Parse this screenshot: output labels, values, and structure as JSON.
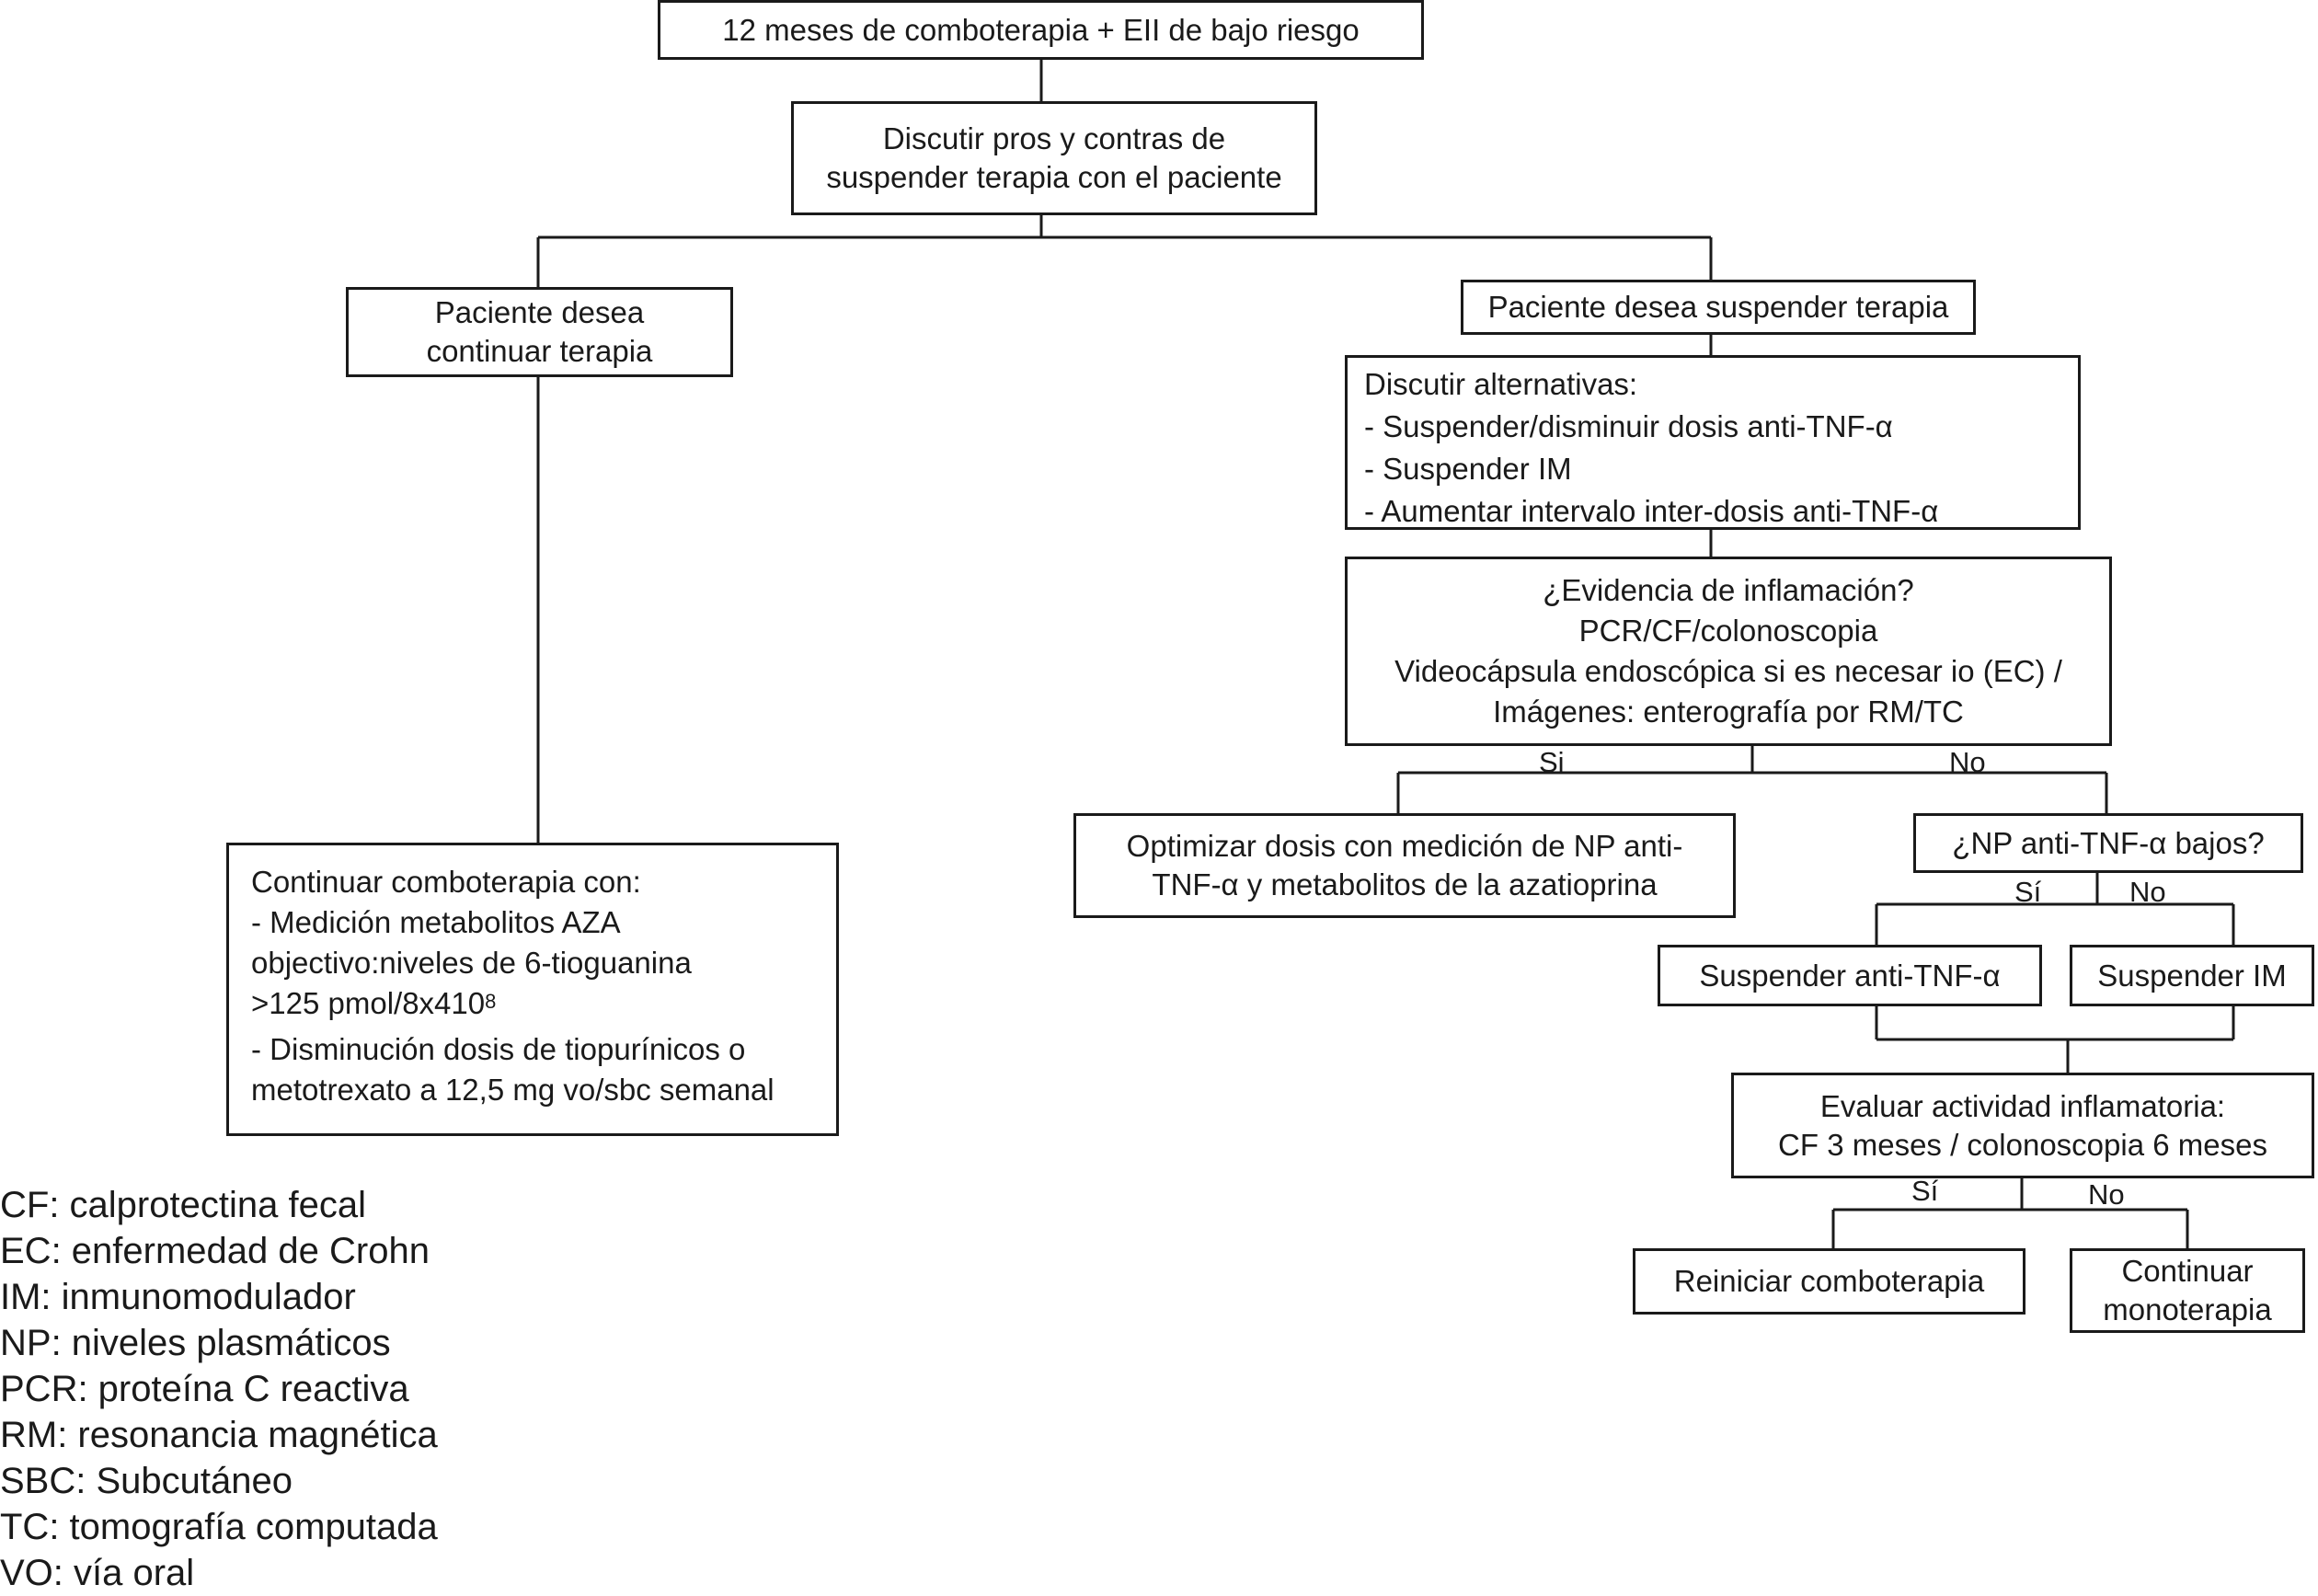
{
  "nodes": {
    "start": {
      "lines": [
        "12 meses de comboterapia + EII de bajo riesgo"
      ]
    },
    "discuss": {
      "lines": [
        "Discutir pros y contras de",
        "suspender terapia con el paciente"
      ]
    },
    "continue_wish": {
      "lines": [
        "Paciente desea",
        "continuar terapia"
      ]
    },
    "stop_wish": {
      "lines": [
        "Paciente desea suspender terapia"
      ]
    },
    "alternatives": {
      "lines": [
        "Discutir alternativas:",
        " -  Suspender/disminuir dosis anti-TNF-α",
        " -  Suspender IM",
        " -  Aumentar intervalo inter-dosis anti-TNF-α"
      ]
    },
    "inflammation": {
      "lines": [
        "¿Evidencia de inflamación?",
        "PCR/CF/colonoscopia",
        "Videocápsula endoscópica si es necesar io (EC) /",
        "Imágenes: enterografía por RM/TC"
      ]
    },
    "optimize": {
      "lines": [
        "Optimizar dosis con medición de NP anti-",
        "TNF-α y metabolitos de la azatioprina"
      ]
    },
    "np_low": {
      "lines": [
        "¿NP anti-TNF-α bajos?"
      ]
    },
    "stop_antitnf": {
      "lines": [
        "Suspender anti-TNF-α"
      ]
    },
    "stop_im": {
      "lines": [
        "Suspender IM"
      ]
    },
    "evaluate": {
      "lines": [
        "Evaluar actividad inflamatoria:",
        "CF 3 meses / colonoscopia 6 meses"
      ]
    },
    "restart": {
      "lines": [
        "Reiniciar comboterapia"
      ]
    },
    "mono": {
      "lines": [
        "Continuar",
        "monoterapia"
      ]
    },
    "combo_continue": {
      "l1": "Continuar comboterapia con:",
      "l2": " -  Medición metabolitos AZA",
      "l3": "objectivo:niveles de 6-tioguanina",
      "l4": ">125 pmol/8x410",
      "l4_sup": "8",
      "l5": " - Disminución dosis de tiopurínicos o",
      "l6": "metotrexato a 12,5 mg vo/sbc semanal"
    }
  },
  "branch_labels": {
    "inflammation_yes": "Si",
    "inflammation_no": "No",
    "np_yes": "Sí",
    "np_no": "No",
    "eval_yes": "Sí",
    "eval_no": "No"
  },
  "legend": [
    "CF: calprotectina fecal",
    "EC: enfermedad de Crohn",
    "IM: inmunomodulador",
    "NP: niveles plasmáticos",
    "PCR: proteína C reactiva",
    "RM: resonancia magnética",
    "SBC: Subcutáneo",
    "TC: tomografía computada",
    "VO: vía oral"
  ]
}
